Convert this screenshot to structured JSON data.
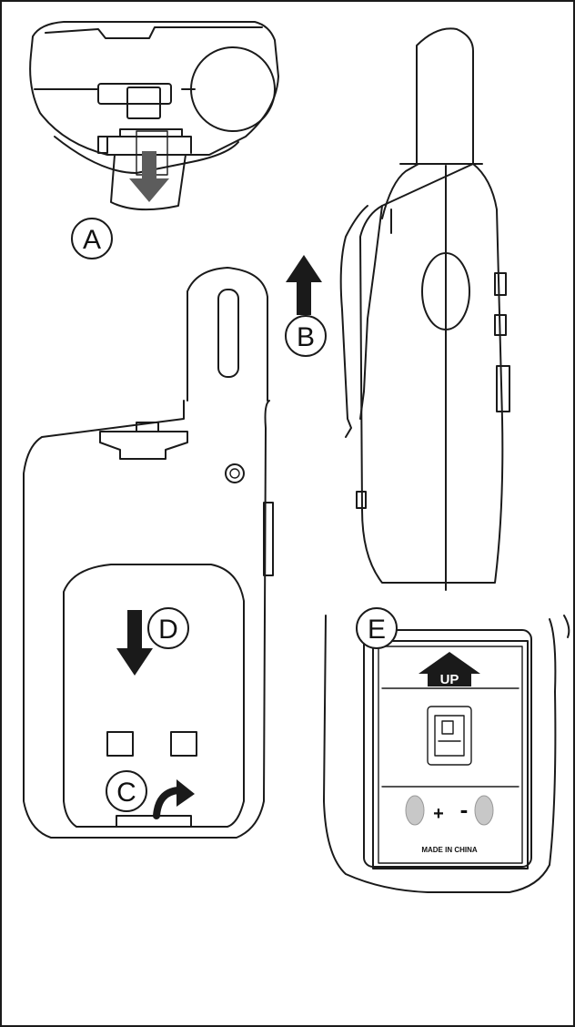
{
  "callouts": {
    "a": "A",
    "b": "B",
    "c": "C",
    "d": "D",
    "e": "E"
  },
  "battery_label": {
    "up": "UP",
    "plus": "+",
    "minus": "-",
    "made_in": "MADE IN CHINA"
  },
  "colors": {
    "ink": "#1a1a1a",
    "arrow_gray": "#5c5c5c",
    "contact_gray": "#c8c8c8"
  }
}
